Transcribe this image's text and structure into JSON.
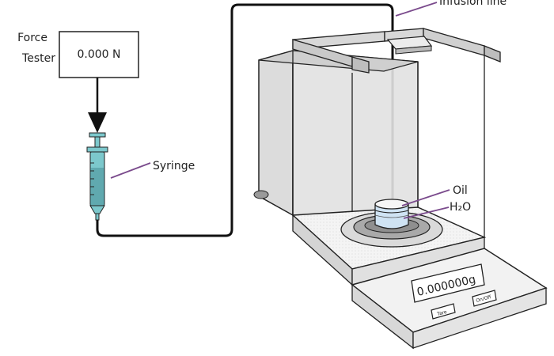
{
  "labels": {
    "force_tester": [
      "Force",
      "Tester"
    ],
    "force_reading": "0.000 N",
    "syringe": "Syringe",
    "infusion_line": "Infusion line",
    "oil": "Oil",
    "water": "H₂O",
    "balance_display": "0.000000g",
    "tare_button": "Tare",
    "onoff_button": "On/Off"
  },
  "colors": {
    "outline": "#222222",
    "enclosure_fill": "#dcdcdc",
    "enclosure_side": "#bdbdbd",
    "pointer": "#7a4a8c",
    "syringe_body": "#7cc8cc",
    "syringe_dark": "#2f6f77",
    "water": "#cfe3f3",
    "plate": "#a9a9a9"
  },
  "icons": [
    "syringe-icon",
    "force-arrow-icon",
    "beaker-icon"
  ]
}
